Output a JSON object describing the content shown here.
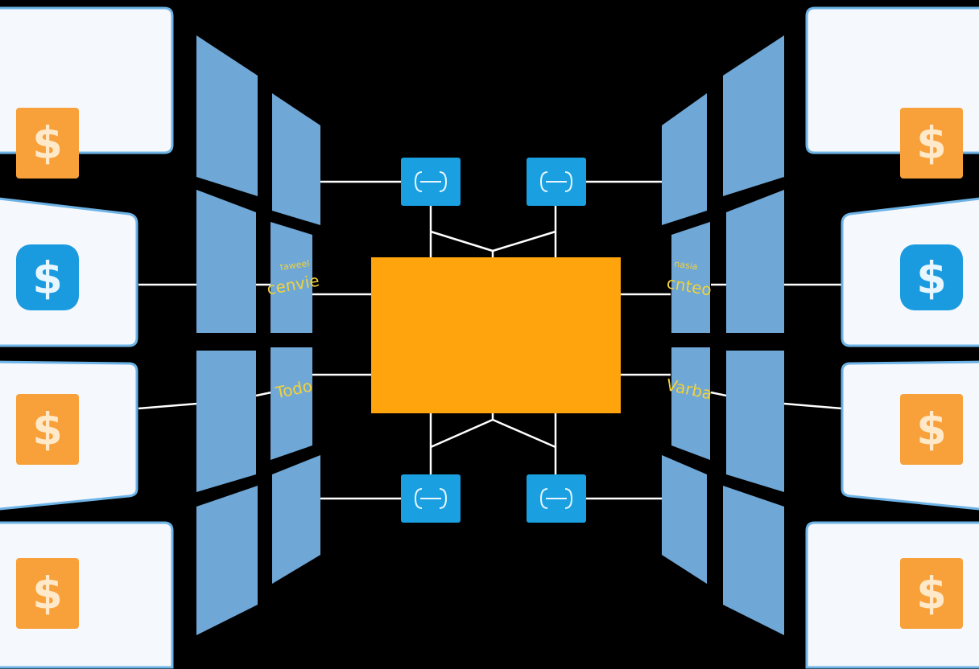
{
  "labels": {
    "left_upper_small": "taweel",
    "left_upper": "cenvie",
    "left_lower": "Todo",
    "right_upper_small": "nasia",
    "right_upper": "cnteo",
    "right_lower": "Varba"
  },
  "dollar_glyph": "$",
  "colors": {
    "background": "#000000",
    "core": "#ffa40d",
    "panel": "#6fa7d6",
    "node": "#1aa0e0",
    "card": "#f5f8fc",
    "dollar_orange": "#f8a13a",
    "dollar_blue": "#1a9be0",
    "label_text": "#f2d23a"
  },
  "icons": {
    "cards": "dollar-icon",
    "nodes": "connector-icon"
  }
}
